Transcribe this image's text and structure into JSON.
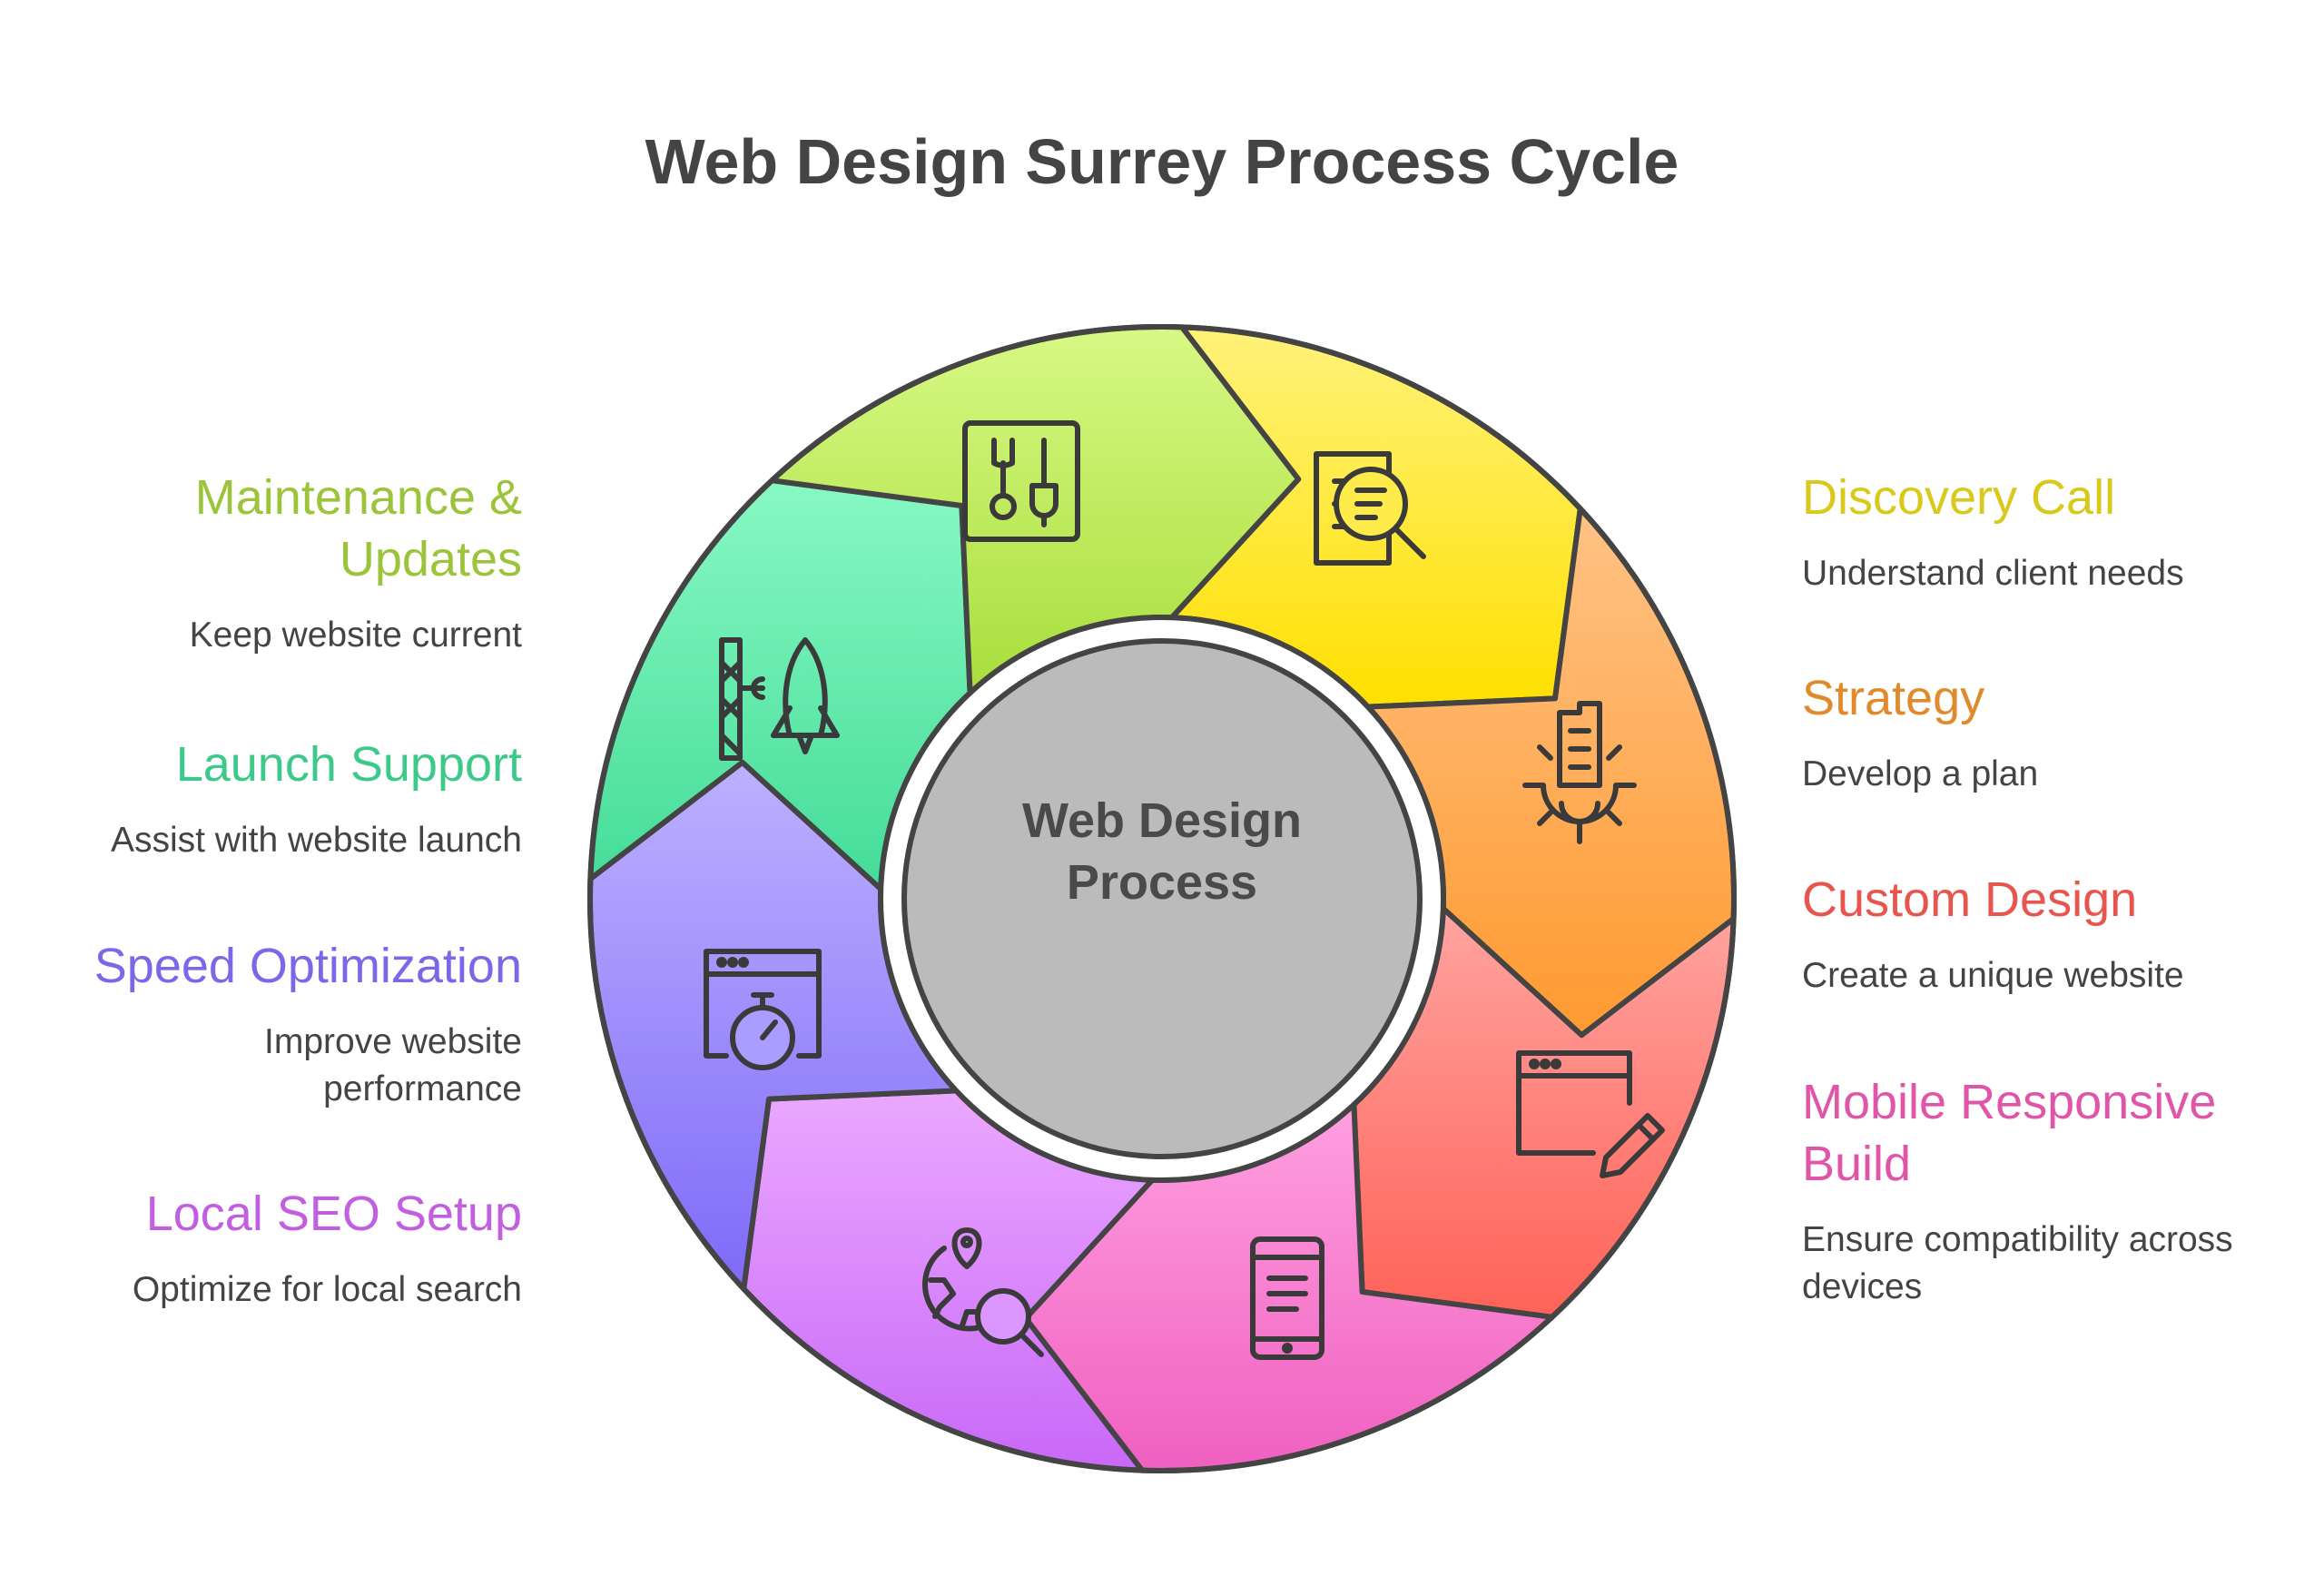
{
  "title": "Web Design Surrey Process Cycle",
  "center": {
    "line1": "Web Design",
    "line2": "Process"
  },
  "steps": [
    {
      "heading": "Discovery Call",
      "description": "Understand client needs",
      "color": "#d8c91c",
      "icon": "document-search-icon"
    },
    {
      "heading": "Strategy",
      "description": "Develop a plan",
      "color": "#e08a2c",
      "icon": "gear-strategy-icon"
    },
    {
      "heading": "Custom Design",
      "description": "Create a unique website",
      "color": "#e8554e",
      "icon": "browser-pencil-icon"
    },
    {
      "heading": "Mobile Responsive Build",
      "description": "Ensure compatibility across devices",
      "color": "#e055a8",
      "icon": "smartphone-icon"
    },
    {
      "heading": "Local SEO Setup",
      "description": "Optimize for local search",
      "color": "#c25ee0",
      "icon": "globe-search-icon"
    },
    {
      "heading": "Speed Optimization",
      "description": "Improve website performance",
      "color": "#7b67e8",
      "icon": "browser-stopwatch-icon"
    },
    {
      "heading": "Launch Support",
      "description": "Assist with website launch",
      "color": "#3dc98a",
      "icon": "rocket-launch-icon"
    },
    {
      "heading": "Maintenance & Updates",
      "description": "Keep website current",
      "color": "#9cc43a",
      "icon": "tools-icon"
    }
  ]
}
